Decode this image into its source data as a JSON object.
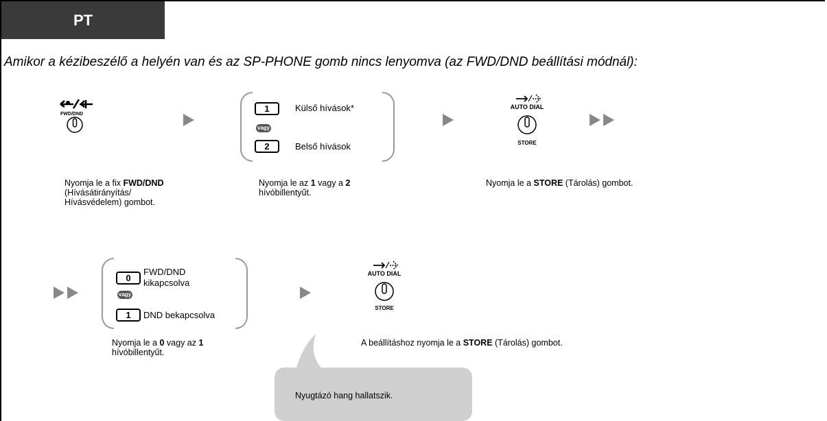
{
  "tab_label": "PT",
  "heading": "Amikor a kézibeszélő a helyén van és az SP-PHONE gomb nincs lenyomva (az FWD/DND beállítási módnál):",
  "fwd_button": {
    "label": "FWD/DND",
    "icon": "fwd-dnd-icon"
  },
  "step1_caption": {
    "pre": "Nyomja le a fix ",
    "bold": "FWD/DND",
    "post": " (Hívásátirányítás/ Hívásvédelem) gombot."
  },
  "choice1": {
    "option1": {
      "key": "1",
      "label": "Külső hívások*"
    },
    "or": "vagy",
    "option2": {
      "key": "2",
      "label": "Belső hívások"
    }
  },
  "step2_caption": {
    "pre": "Nyomja le az ",
    "bold1": "1",
    "mid": " vagy a ",
    "bold2": "2",
    "post": " hívóbillentyűt."
  },
  "store_button": {
    "top_label": "AUTO DIAL",
    "bottom_label": "STORE",
    "icon": "auto-dial-icon"
  },
  "step3_caption": {
    "pre": "Nyomja le a ",
    "bold": "STORE",
    "post": " (Tárolás) gombot."
  },
  "choice2": {
    "option1": {
      "key": "0",
      "label_line1": "FWD/DND",
      "label_line2": "kikapcsolva"
    },
    "or": "vagy",
    "option2": {
      "key": "1",
      "label": "DND bekapcsolva"
    }
  },
  "step4_caption": {
    "pre": "Nyomja le a ",
    "bold1": "0",
    "mid": " vagy az ",
    "bold2": "1",
    "post": " hívóbillentyűt."
  },
  "step5_caption": {
    "pre": "A beállításhoz nyomja le a ",
    "bold": "STORE",
    "post": " (Tárolás) gombot."
  },
  "bubble_text": "Nyugtázó hang hallatszik."
}
